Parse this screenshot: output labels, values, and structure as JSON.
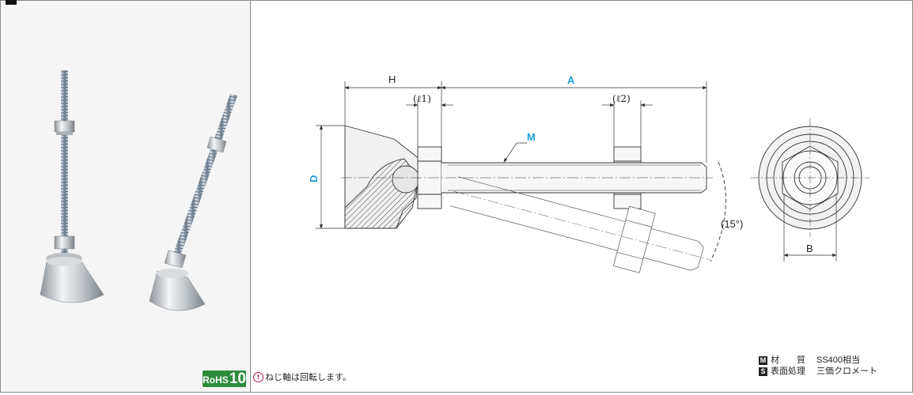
{
  "drawing": {
    "dim_h": "H",
    "dim_a": "A",
    "dim_l1": "(ℓ1)",
    "dim_l2": "(ℓ2)",
    "dim_m": "M",
    "dim_d": "D",
    "dim_angle": "(15°)",
    "dim_b": "B",
    "accent_color": "#1e9fd8"
  },
  "note": {
    "text": "ねじ軸は回転します。"
  },
  "spec": {
    "material_key": "M",
    "material_label": "材　　質",
    "material_value": "SS400相当",
    "surface_key": "S",
    "surface_label": "表面処理",
    "surface_value": "三価クロメート"
  },
  "badge": {
    "rohs_text": "RoHS",
    "rohs_num": "10",
    "color": "#2e8b3c"
  }
}
